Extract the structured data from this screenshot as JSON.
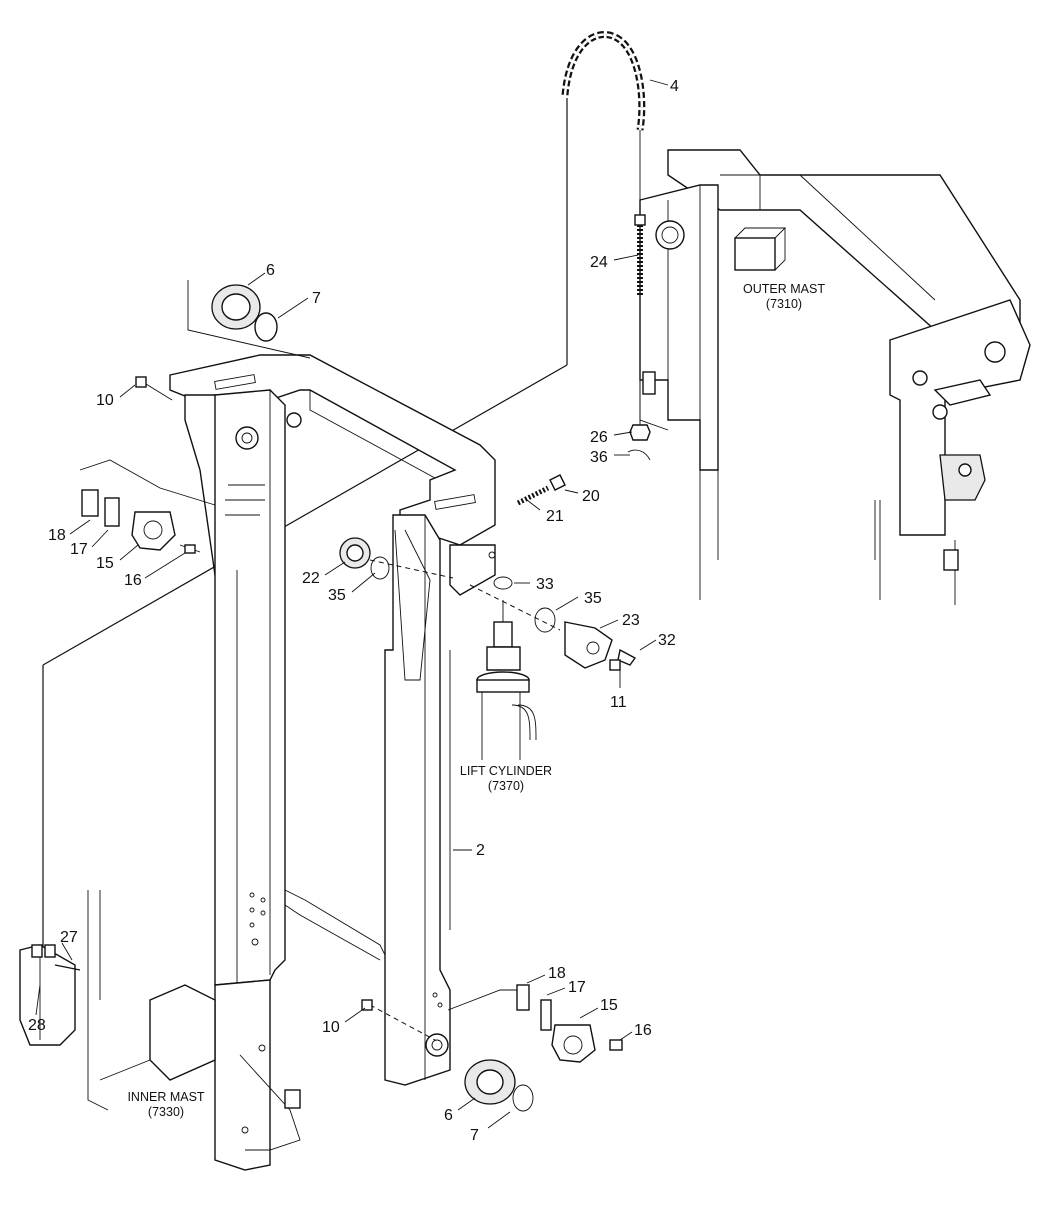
{
  "diagram": {
    "assemblies": {
      "outer_mast": {
        "name": "OUTER MAST",
        "code": "(7310)"
      },
      "inner_mast": {
        "name": "INNER MAST",
        "code": "(7330)"
      },
      "lift_cylinder": {
        "name": "LIFT CYLINDER",
        "code": "(7370)"
      }
    },
    "callouts": {
      "c4": "4",
      "c24": "24",
      "c26": "26",
      "c36": "36",
      "c6a": "6",
      "c7a": "7",
      "c10a": "10",
      "c18a": "18",
      "c17a": "17",
      "c15a": "15",
      "c16a": "16",
      "c20": "20",
      "c21": "21",
      "c22": "22",
      "c35a": "35",
      "c33": "33",
      "c35b": "35",
      "c23": "23",
      "c32": "32",
      "c11": "11",
      "c2": "2",
      "c27": "27",
      "c28": "28",
      "c10b": "10",
      "c18b": "18",
      "c17b": "17",
      "c15b": "15",
      "c16b": "16",
      "c6b": "6",
      "c7b": "7"
    }
  }
}
